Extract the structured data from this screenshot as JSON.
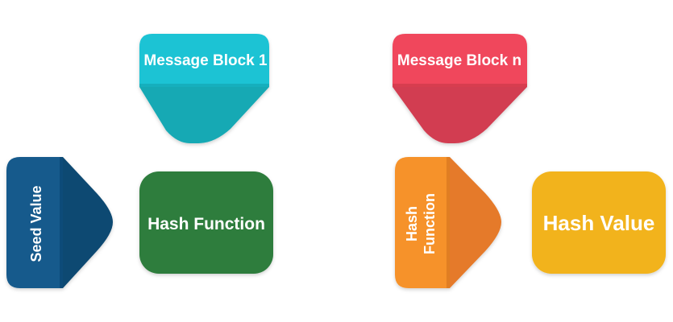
{
  "labels": {
    "message_block_1": "Message Block 1",
    "message_block_n": "Message Block n",
    "seed_value": "Seed Value",
    "hash_function_left": "Hash Function",
    "hash_function_right_line1": "Hash",
    "hash_function_right_line2": "Function",
    "hash_value": "Hash Value"
  },
  "colors": {
    "teal": "#1cc3d4",
    "teal_dark": "#14a9b4",
    "red": "#f0475b",
    "red_dark": "#d23d51",
    "blue": "#145a8c",
    "blue_dark": "#0f4a72",
    "green": "#2e7d3e",
    "orange": "#f6922a",
    "orange_dark": "#e57a2a",
    "gold": "#f2b31b"
  }
}
